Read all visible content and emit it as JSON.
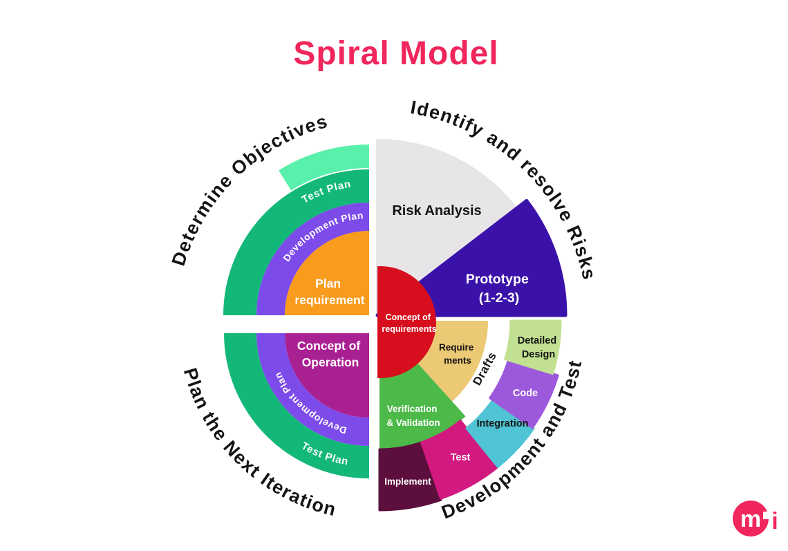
{
  "title": "Spiral Model",
  "colors": {
    "title": "#F0265C",
    "white": "#FFFFFF",
    "orange": "#F99B1D",
    "purple_ring": "#7C4BE9",
    "green_ring": "#13B878",
    "mint": "#58F0AA",
    "gray": "#E7E5E7",
    "indigo": "#3B12A9",
    "red_center": "#D60E1D",
    "magenta_concept": "#A92092",
    "yellow": "#ECC974",
    "green_verification": "#4CB948",
    "maroon": "#5C0E3C",
    "magenta_test": "#D21980",
    "teal": "#50C4D4",
    "purple_code": "#9D59DC",
    "light_green": "#C1E092",
    "logo": "#F0265C"
  },
  "quadrants": {
    "top_left": {
      "title": "Determine Objectives",
      "test_plan": "Test Plan",
      "development_plan": "Development Plan",
      "plan_requirement_line1": "Plan",
      "plan_requirement_line2": "requirement"
    },
    "top_right": {
      "title": "Identify and resolve Risks",
      "risk_analysis": "Risk Analysis",
      "prototype_line1": "Prototype",
      "prototype_line2": "(1-2-3)"
    },
    "bottom_left": {
      "title": "Plan the Next Iteration",
      "concept_of_operation_line1": "Concept of",
      "concept_of_operation_line2": "Operation",
      "development_plan": "Development Plan",
      "test_plan": "Test Plan"
    },
    "bottom_right": {
      "title": "Development and Test",
      "requirements_line1": "Require",
      "requirements_line2": "ments",
      "drafts": "Drafts",
      "detailed_design_line1": "Detailed",
      "detailed_design_line2": "Design",
      "code": "Code",
      "integration": "Integration",
      "test": "Test",
      "implement": "Implement",
      "verification_line1": "Verification",
      "verification_line2": "& Validation"
    }
  },
  "center": {
    "line1": "Concept of",
    "line2": "requirements"
  },
  "logo": {
    "letter_m": "m",
    "letter_i": "i"
  }
}
